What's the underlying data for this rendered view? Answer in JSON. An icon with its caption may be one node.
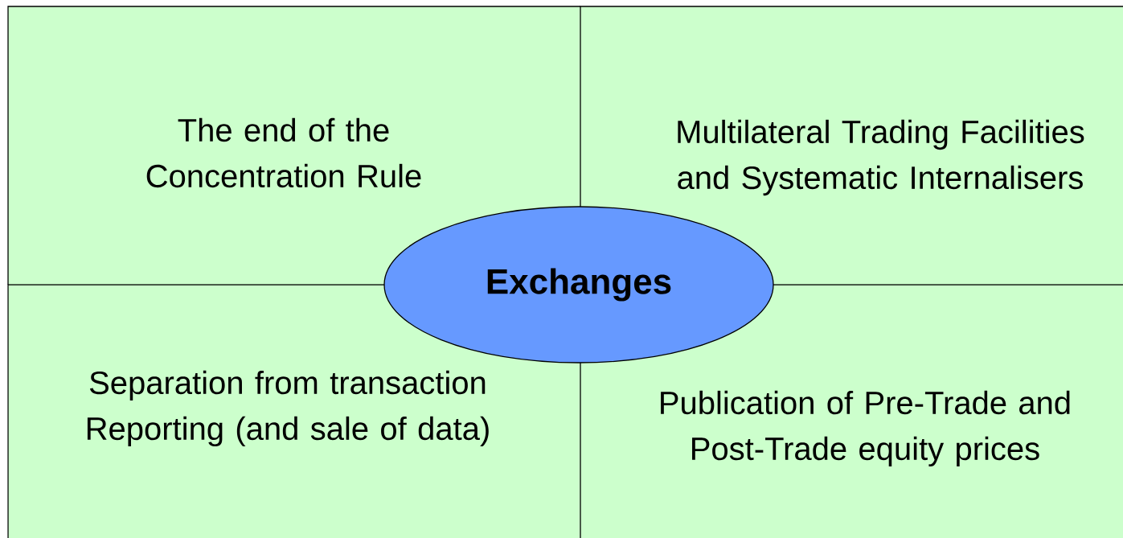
{
  "diagram": {
    "nodes": [
      {
        "text": [
          "The end of the Concentration Rule"
        ]
      },
      {
        "text": [
          "Multilateral Trading Facilities and Systematic Internalisers"
        ]
      },
      {
        "text": [
          "Separation from transaction Reporting (and sale of data)"
        ]
      },
      {
        "text": [
          "Publication of Pre-Trade and Post-Trade equity prices"
        ]
      },
      {
        "text": [
          "Exchanges"
        ]
      }
    ]
  }
}
